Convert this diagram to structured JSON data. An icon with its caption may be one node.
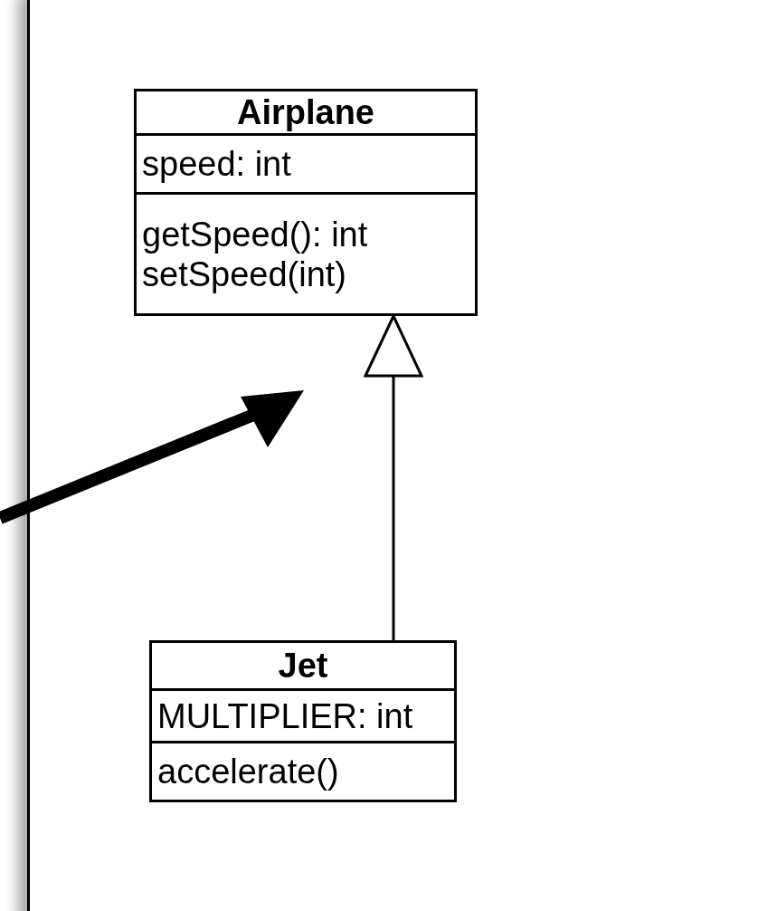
{
  "diagram": {
    "nodes": [
      {
        "text": [
          "Airplane",
          "speed: int",
          "getSpeed(): int",
          "setSpeed(int)"
        ]
      },
      {
        "text": [
          "Jet",
          "MULTIPLIER: int",
          "accelerate()"
        ]
      }
    ],
    "edges": [
      {
        "from": 1,
        "to": 0,
        "arrow": "to"
      }
    ]
  }
}
